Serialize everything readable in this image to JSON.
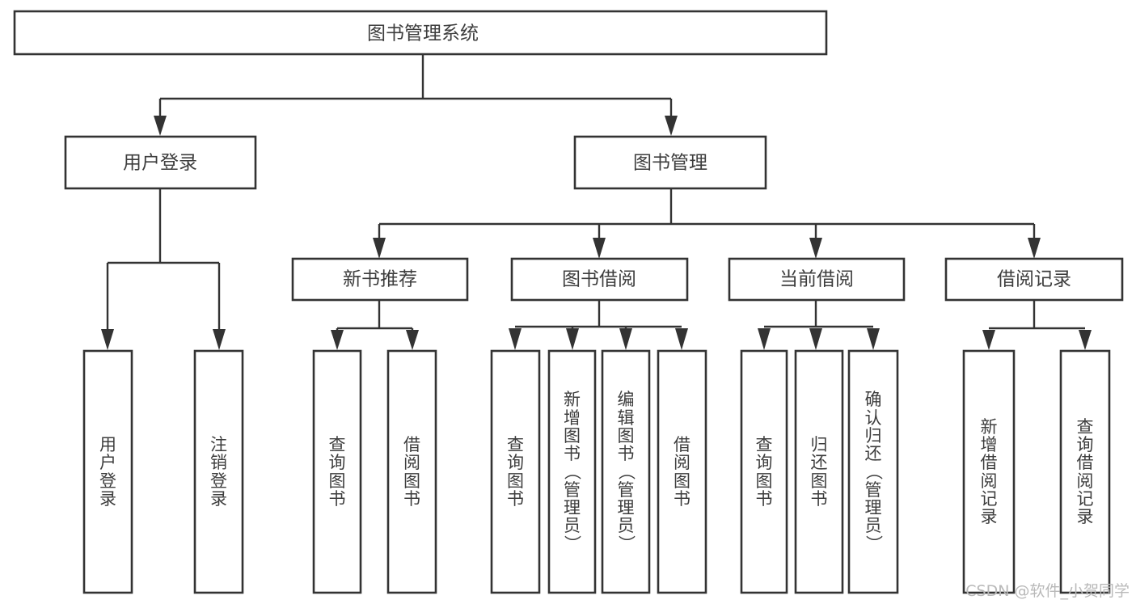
{
  "diagram": {
    "title": "图书管理系统",
    "watermark": "CSDN @软件_小贺同学",
    "colors": {
      "stroke": "#333333",
      "text": "#3d3d3d",
      "background": "#ffffff",
      "watermark": "#b9b9b9"
    },
    "root": {
      "label": "图书管理系统"
    },
    "level2": [
      {
        "label": "用户登录"
      },
      {
        "label": "图书管理"
      }
    ],
    "level3": [
      {
        "label": "新书推荐"
      },
      {
        "label": "图书借阅"
      },
      {
        "label": "当前借阅"
      },
      {
        "label": "借阅记录"
      }
    ],
    "leaves": [
      {
        "label": "用户登录",
        "parent": "用户登录"
      },
      {
        "label": "注销登录",
        "parent": "用户登录"
      },
      {
        "label": "查询图书",
        "parent": "新书推荐"
      },
      {
        "label": "借阅图书",
        "parent": "新书推荐"
      },
      {
        "label": "查询图书",
        "parent": "图书借阅"
      },
      {
        "label": "新增图书（管理员）",
        "parent": "图书借阅"
      },
      {
        "label": "编辑图书（管理员）",
        "parent": "图书借阅"
      },
      {
        "label": "借阅图书",
        "parent": "图书借阅"
      },
      {
        "label": "查询图书",
        "parent": "当前借阅"
      },
      {
        "label": "归还图书",
        "parent": "当前借阅"
      },
      {
        "label": "确认归还（管理员）",
        "parent": "当前借阅"
      },
      {
        "label": "新增借阅记录",
        "parent": "借阅记录"
      },
      {
        "label": "查询借阅记录",
        "parent": "借阅记录"
      }
    ]
  }
}
